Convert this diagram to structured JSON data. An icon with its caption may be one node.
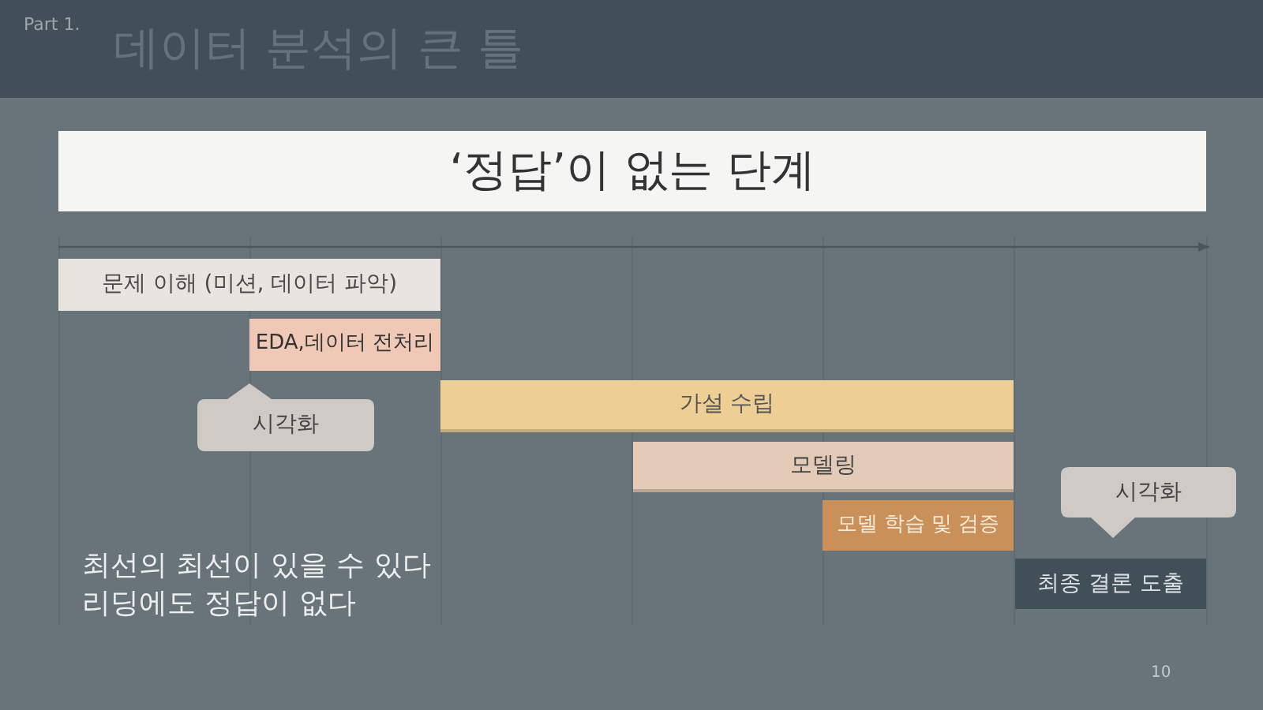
{
  "diagram": {
    "title": "데이터 분석의 큰 틀",
    "nodes": [
      {
        "text": [
          "‘정답’이 없는 단계"
        ]
      },
      {
        "text": [
          "문제 이해 (미션, 데이터 파악)"
        ]
      },
      {
        "text": [
          "EDA,데이터 전처리"
        ]
      },
      {
        "text": [
          "시각화"
        ]
      },
      {
        "text": [
          "가설 수립"
        ]
      },
      {
        "text": [
          "모델링"
        ]
      },
      {
        "text": [
          "시각화"
        ]
      },
      {
        "text": [
          "모델 학습 및 검증"
        ]
      },
      {
        "text": [
          "최종 결론 도출"
        ]
      }
    ],
    "labels": [
      "Part 1.",
      "최선의 최선이 있을 수 있다",
      "리딩에도 정답이 없다",
      "10"
    ]
  }
}
